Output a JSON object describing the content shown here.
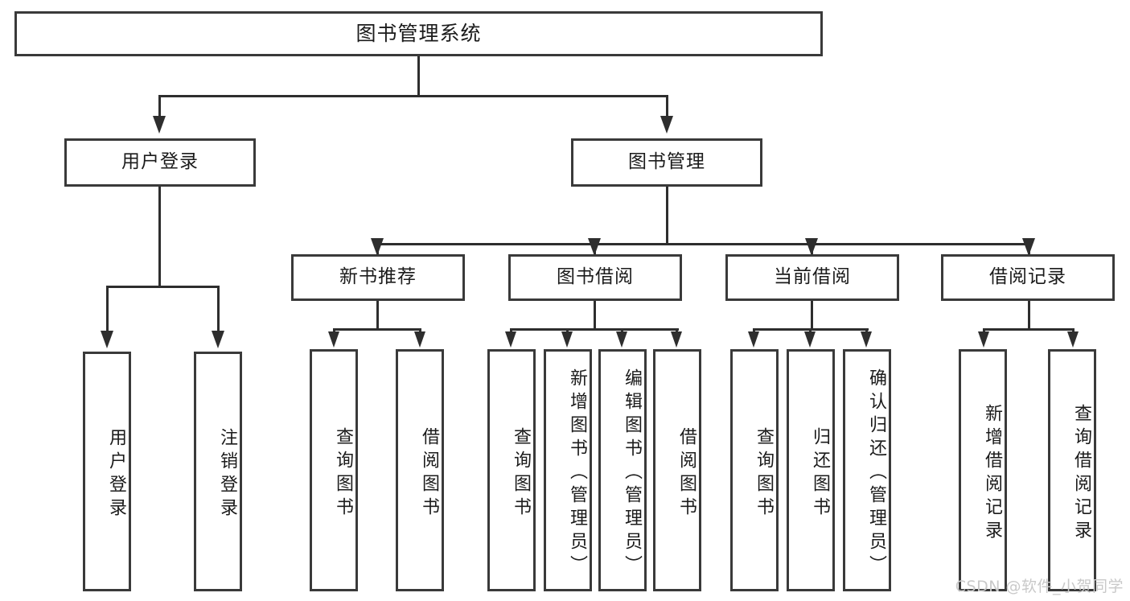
{
  "diagram": {
    "title": "图书管理系统",
    "watermark": "CSDN @软件_小贺同学",
    "levels": {
      "level1": [
        {
          "id": "root",
          "label": "图书管理系统"
        }
      ],
      "level2": [
        {
          "id": "user-login",
          "label": "用户登录"
        },
        {
          "id": "book-management",
          "label": "图书管理"
        }
      ],
      "level3": [
        {
          "id": "new-book-recommend",
          "label": "新书推荐"
        },
        {
          "id": "book-borrow",
          "label": "图书借阅"
        },
        {
          "id": "current-borrow",
          "label": "当前借阅"
        },
        {
          "id": "borrow-record",
          "label": "借阅记录"
        }
      ],
      "level4": {
        "user_login": [
          {
            "id": "leaf-user-login",
            "label": "用户登录"
          },
          {
            "id": "leaf-logout-login",
            "label": "注销登录"
          }
        ],
        "new_book_recommend": [
          {
            "id": "leaf-query-book-1",
            "label": "查询图书"
          },
          {
            "id": "leaf-borrow-book-1",
            "label": "借阅图书"
          }
        ],
        "book_borrow": [
          {
            "id": "leaf-query-book-2",
            "label": "查询图书"
          },
          {
            "id": "leaf-add-book",
            "label": "新增图书（管理员）"
          },
          {
            "id": "leaf-edit-book",
            "label": "编辑图书（管理员）"
          },
          {
            "id": "leaf-borrow-book-2",
            "label": "借阅图书"
          }
        ],
        "current_borrow": [
          {
            "id": "leaf-query-book-3",
            "label": "查询图书"
          },
          {
            "id": "leaf-return-book",
            "label": "归还图书"
          },
          {
            "id": "leaf-confirm-return",
            "label": "确认归还（管理员）"
          }
        ],
        "borrow_record": [
          {
            "id": "leaf-add-record",
            "label": "新增借阅记录"
          },
          {
            "id": "leaf-query-record",
            "label": "查询借阅记录"
          }
        ]
      }
    },
    "colors": {
      "border": "#3a3a3a",
      "line": "#2e2e2e",
      "text": "#1b1b1b",
      "background": "#ffffff",
      "watermark": "#c9c9c9"
    }
  }
}
